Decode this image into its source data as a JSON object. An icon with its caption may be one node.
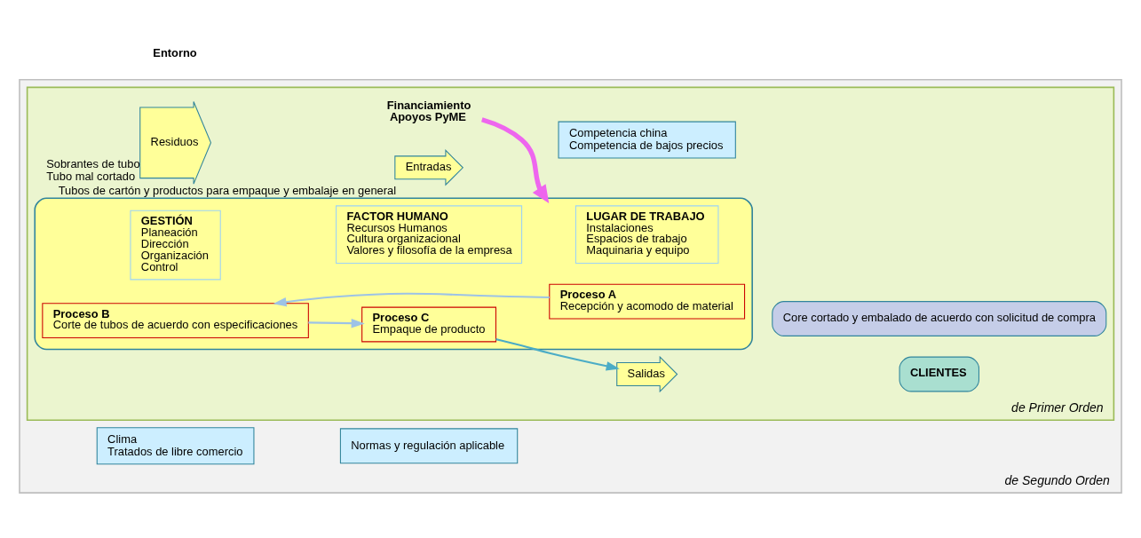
{
  "diagram": {
    "nodes": [
      {
        "text": [
          "de Segundo Orden"
        ]
      },
      {
        "text": [
          "Clima",
          "Tratados de libre comercio"
        ],
        "in": 0
      },
      {
        "text": [
          "de Primer Orden"
        ],
        "in": 0
      },
      {
        "text": [
          "Competencia china",
          "Competencia de bajos precios"
        ],
        "in": 2
      },
      {
        "text": [],
        "shape": "box",
        "in": 2
      },
      {
        "text": [
          "LUGAR DE TRABAJO",
          "Instalaciones",
          "Espacios de trabajo",
          "Maquinaria y equipo"
        ],
        "in": 4
      },
      {
        "text": [
          "GESTIÓN",
          "Planeación",
          "Dirección",
          "Organización",
          "Control"
        ],
        "in": 4
      },
      {
        "text": [
          "FACTOR HUMANO",
          "Recursos Humanos",
          "Cultura organizacional",
          "Valores y filosofía de la empresa"
        ],
        "in": 4
      },
      {
        "text": [
          "Proceso A",
          "Recepción y acomodo de material"
        ],
        "in": 4
      },
      {
        "text": [
          "Proceso B",
          "Corte de tubos de acuerdo con especificaciones"
        ],
        "in": 4
      },
      {
        "text": [
          "Proceso C",
          "Empaque de producto"
        ],
        "in": 4
      },
      {
        "text": [
          "Entradas"
        ],
        "in": 2,
        "beside": [
          "Tubos de cartón y productos para empaque y embalaje en general"
        ]
      },
      {
        "text": [
          "Salidas"
        ],
        "in": 2
      },
      {
        "text": [
          "Residuos"
        ],
        "in": 2,
        "beside": [
          "Sobrantes de tubo",
          "Tubo mal cortado"
        ]
      },
      {
        "text": [
          "CLIENTES"
        ],
        "in": 2
      },
      {
        "text": [
          "Core cortado y embalado de acuerdo con solicitud de compra"
        ],
        "in": 2
      },
      {
        "text": [
          "Normas y regulación aplicable"
        ],
        "in": 0
      },
      {
        "text": [
          "Financiamiento",
          "Apoyos PyME"
        ],
        "in": 2
      }
    ],
    "edges": [
      {
        "from": 17,
        "to": 4,
        "arrow": "to",
        "style": "thick",
        "color": "#ee66ee"
      },
      {
        "from": 8,
        "to": 9,
        "arrow": "to",
        "color": "#9dc3e6"
      },
      {
        "from": 9,
        "to": 10,
        "arrow": "to",
        "color": "#9dc3e6"
      },
      {
        "from": 10,
        "to": 12,
        "arrow": "to",
        "color": "#4bacc6"
      }
    ],
    "labels": [
      "Entorno"
    ]
  }
}
